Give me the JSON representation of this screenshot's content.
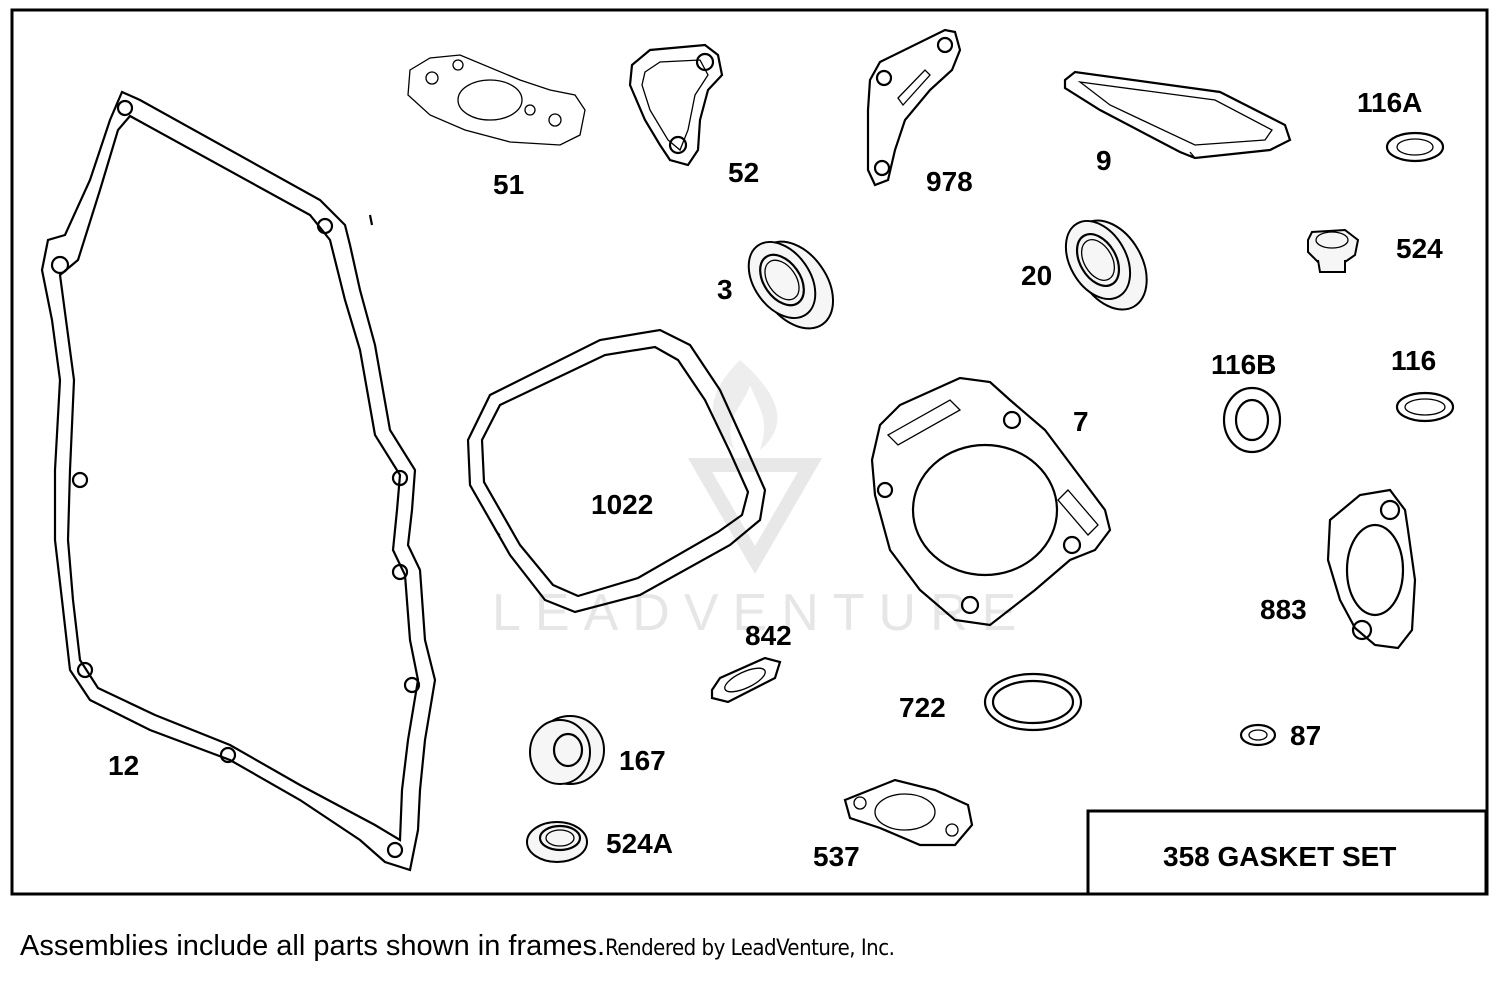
{
  "diagram": {
    "parts": [
      {
        "key": "p12",
        "label": "12"
      },
      {
        "key": "p51",
        "label": "51"
      },
      {
        "key": "p52",
        "label": "52"
      },
      {
        "key": "p978",
        "label": "978"
      },
      {
        "key": "p9",
        "label": "9"
      },
      {
        "key": "p116A",
        "label": "116A"
      },
      {
        "key": "p524",
        "label": "524"
      },
      {
        "key": "p3",
        "label": "3"
      },
      {
        "key": "p20",
        "label": "20"
      },
      {
        "key": "p116B",
        "label": "116B"
      },
      {
        "key": "p116",
        "label": "116"
      },
      {
        "key": "p1022",
        "label": "1022"
      },
      {
        "key": "p7",
        "label": "7"
      },
      {
        "key": "p842",
        "label": "842"
      },
      {
        "key": "p883",
        "label": "883"
      },
      {
        "key": "p722",
        "label": "722"
      },
      {
        "key": "p87",
        "label": "87"
      },
      {
        "key": "p167",
        "label": "167"
      },
      {
        "key": "p524A",
        "label": "524A"
      },
      {
        "key": "p537",
        "label": "537"
      }
    ],
    "kit_frame_label": "358 GASKET SET",
    "watermark": "LEADVENTURE"
  },
  "footer": {
    "note": "Assemblies include all parts shown in frames.",
    "credit": "Rendered by LeadVenture, Inc."
  }
}
